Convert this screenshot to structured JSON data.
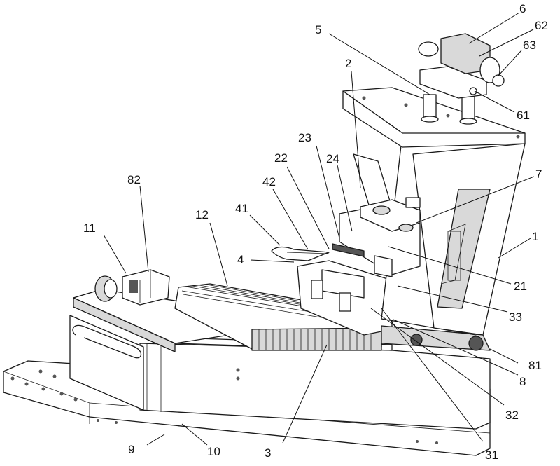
{
  "labels": [
    "1",
    "2",
    "3",
    "4",
    "5",
    "6",
    "7",
    "8",
    "9",
    "10",
    "11",
    "12",
    "21",
    "22",
    "23",
    "24",
    "31",
    "32",
    "33",
    "41",
    "42",
    "61",
    "62",
    "63",
    "81",
    "82"
  ]
}
